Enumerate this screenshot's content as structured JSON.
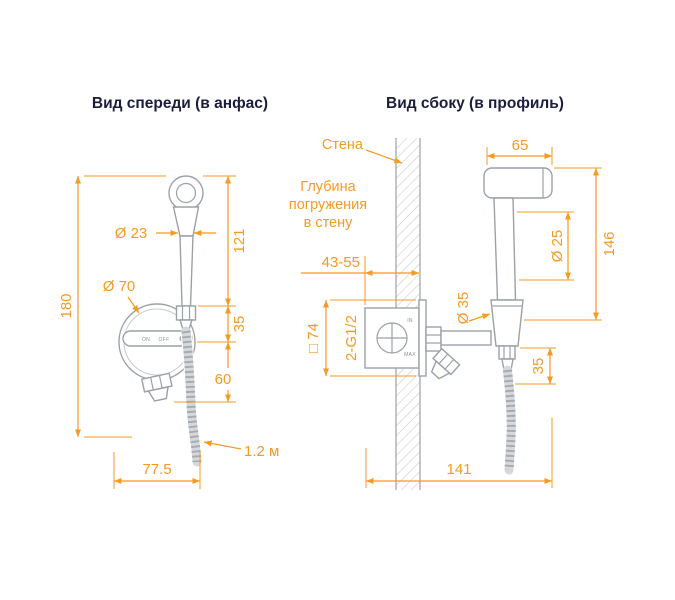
{
  "colors": {
    "dimension": "#f59a23",
    "drawing": "#9ca1a7",
    "heading": "#1c1c3e",
    "background": "#ffffff"
  },
  "front_view": {
    "title": "Вид спереди (в анфас)",
    "dims": {
      "handle_diameter": "Ø 23",
      "head_to_handle": "121",
      "total_height": "180",
      "valve_diameter": "Ø 70",
      "valve_offset": "35",
      "outlet_length": "60",
      "hose_length": "1.2 м",
      "valve_width": "77.5"
    },
    "valve_labels": {
      "on": "ON",
      "off": "OFF"
    }
  },
  "side_view": {
    "title": "Вид сбоку (в профиль)",
    "labels": {
      "wall": "Стена",
      "depth_caption_line1": "Глубина",
      "depth_caption_line2": "погружения",
      "depth_caption_line3": "в стену",
      "depth_value": "43-55"
    },
    "dims": {
      "head_length": "65",
      "handle_diameter": "Ø 25",
      "height": "146",
      "holder_diameter": "Ø 35",
      "body_square": "□ 74",
      "thread_spec": "2-G1/2",
      "holder_to_hose": "35",
      "total_width": "141"
    },
    "body_labels": {
      "in": "IN",
      "max": "MAX"
    }
  }
}
